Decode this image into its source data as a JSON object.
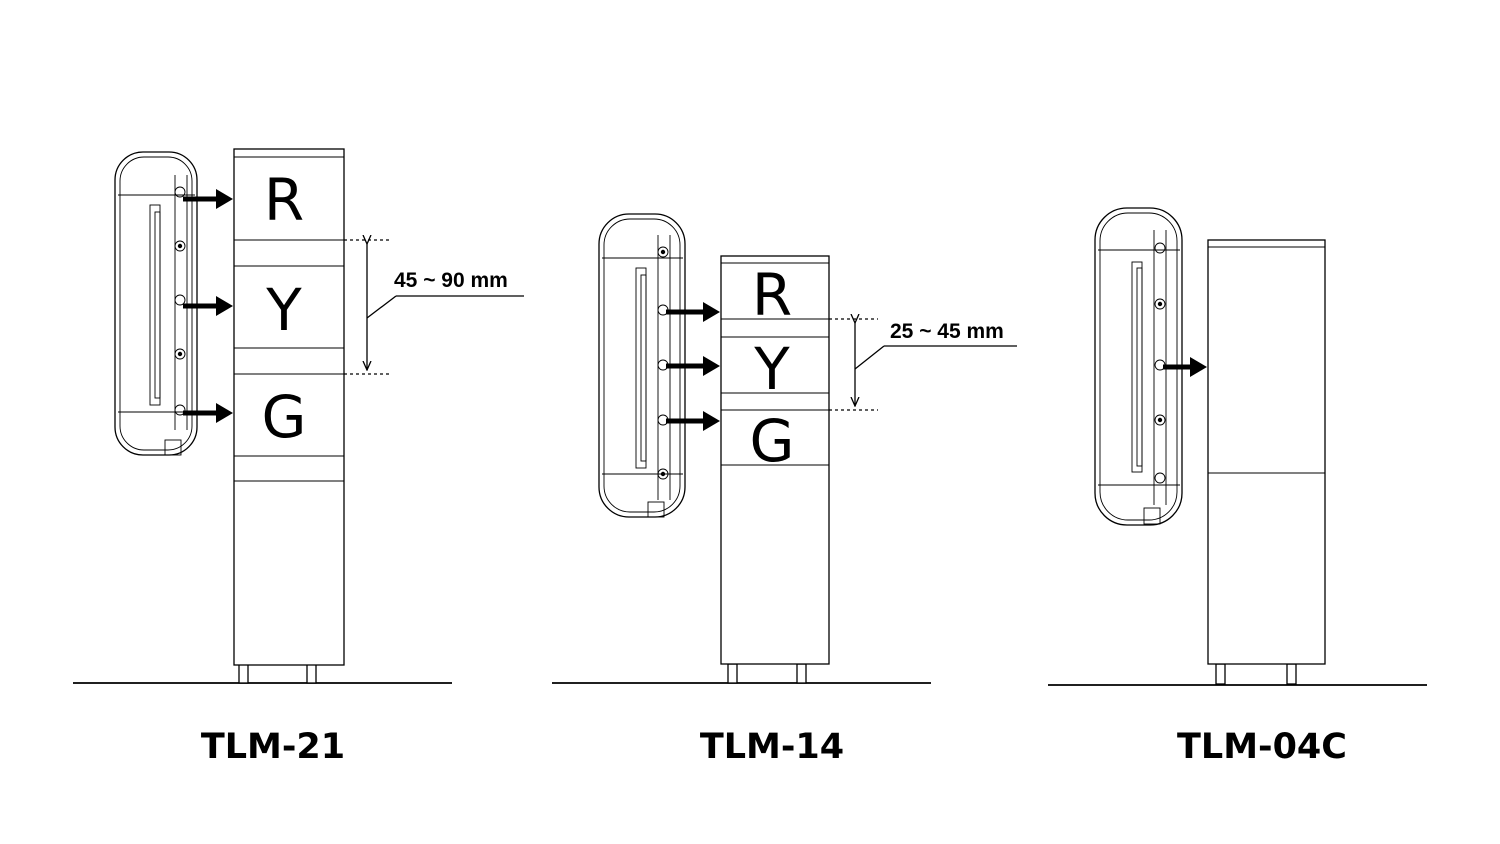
{
  "units": [
    {
      "id": "tlm-21",
      "label": "TLM-21",
      "segments": [
        "R",
        "Y",
        "G"
      ],
      "dimension": "45 ~ 90 mm"
    },
    {
      "id": "tlm-14",
      "label": "TLM-14",
      "segments": [
        "R",
        "Y",
        "G"
      ],
      "dimension": "25 ~ 45 mm"
    },
    {
      "id": "tlm-04c",
      "label": "TLM-04C",
      "segments": [],
      "dimension": ""
    }
  ]
}
